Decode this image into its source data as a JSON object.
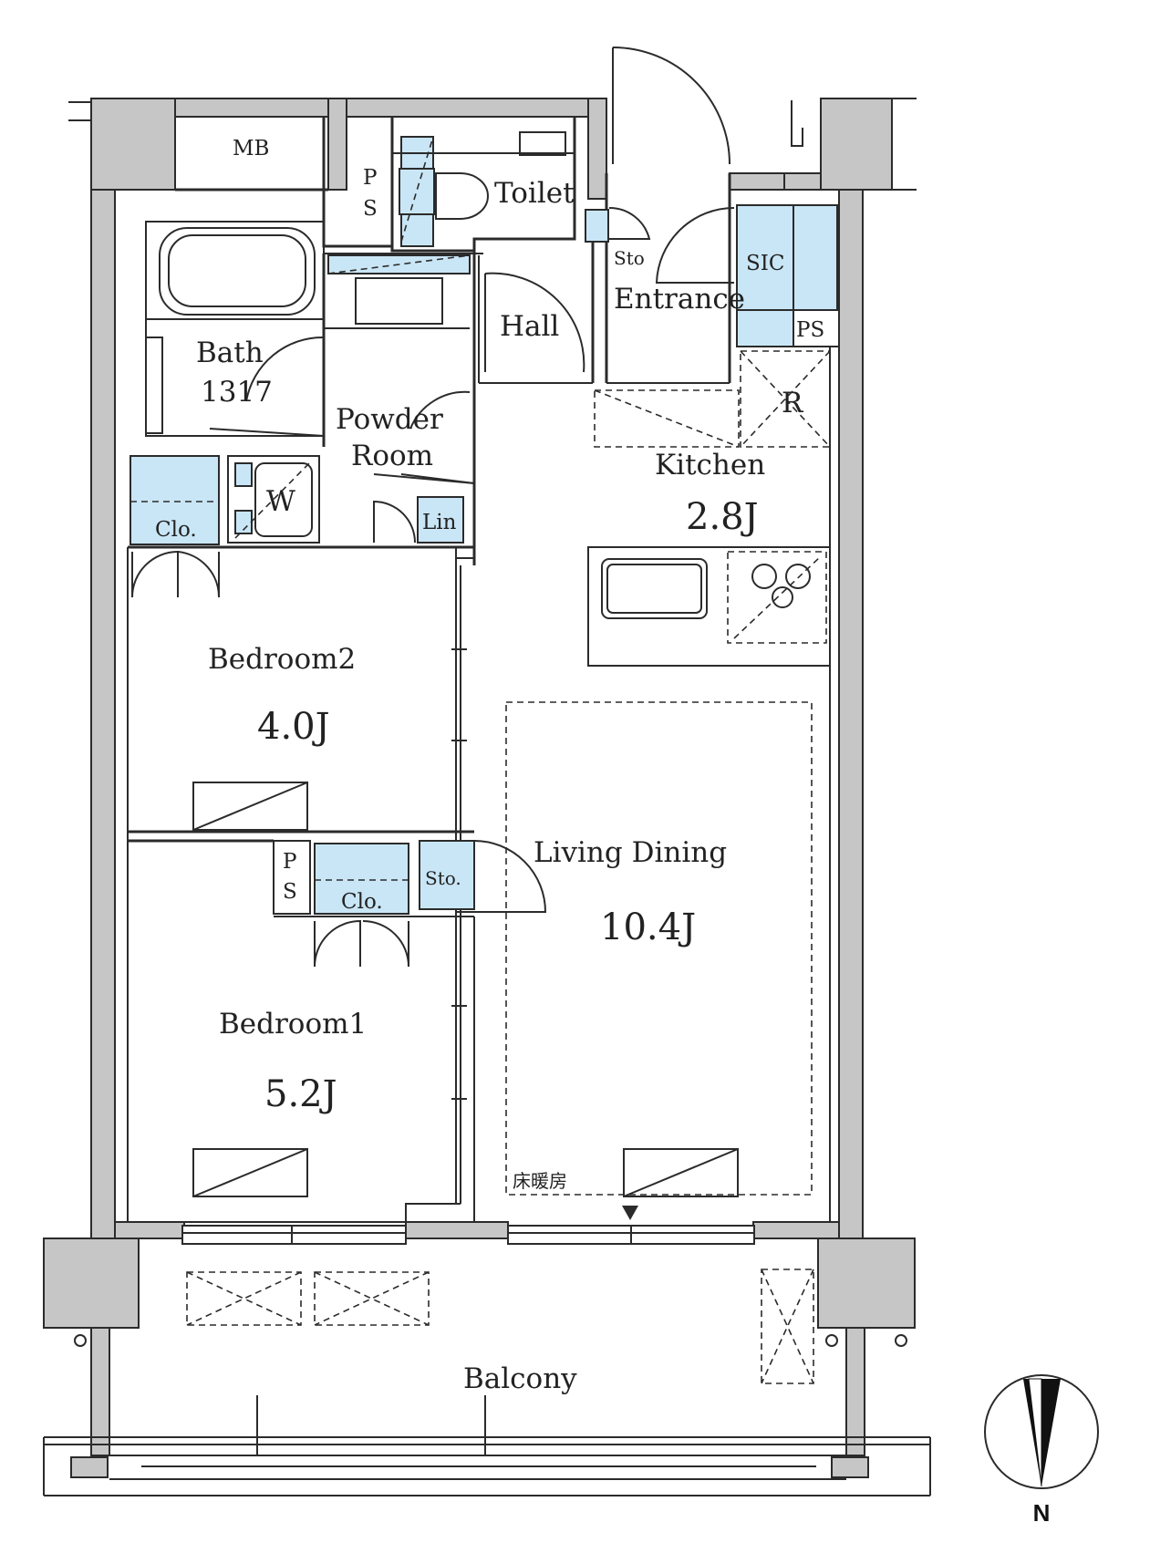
{
  "rooms": {
    "mb": "MB",
    "ps_top": "PS",
    "toilet": "Toilet",
    "sto_top": "Sto",
    "entrance": "Entrance",
    "sic": "SIC",
    "ps_right": "PS",
    "hall": "Hall",
    "bath": "Bath",
    "bath_size": "1317",
    "powder_room_1": "Powder",
    "powder_room_2": "Room",
    "refrigerator": "R",
    "kitchen": "Kitchen",
    "kitchen_size": "2.8J",
    "washer": "W",
    "clo_bed2": "Clo.",
    "linen": "Lin",
    "bedroom2": "Bedroom2",
    "bedroom2_size": "4.0J",
    "ps_mid": "PS",
    "clo_bed1": "Clo.",
    "sto_mid": "Sto.",
    "living_dining": "Living Dining",
    "living_dining_size": "10.4J",
    "bedroom1": "Bedroom1",
    "bedroom1_size": "5.2J",
    "floor_heating": "床暖房",
    "balcony": "Balcony"
  },
  "compass": {
    "north": "N"
  },
  "colors": {
    "wall": "#c6c6c6",
    "fixture_blue": "#c9e6f6",
    "line": "#2b2b2b"
  }
}
